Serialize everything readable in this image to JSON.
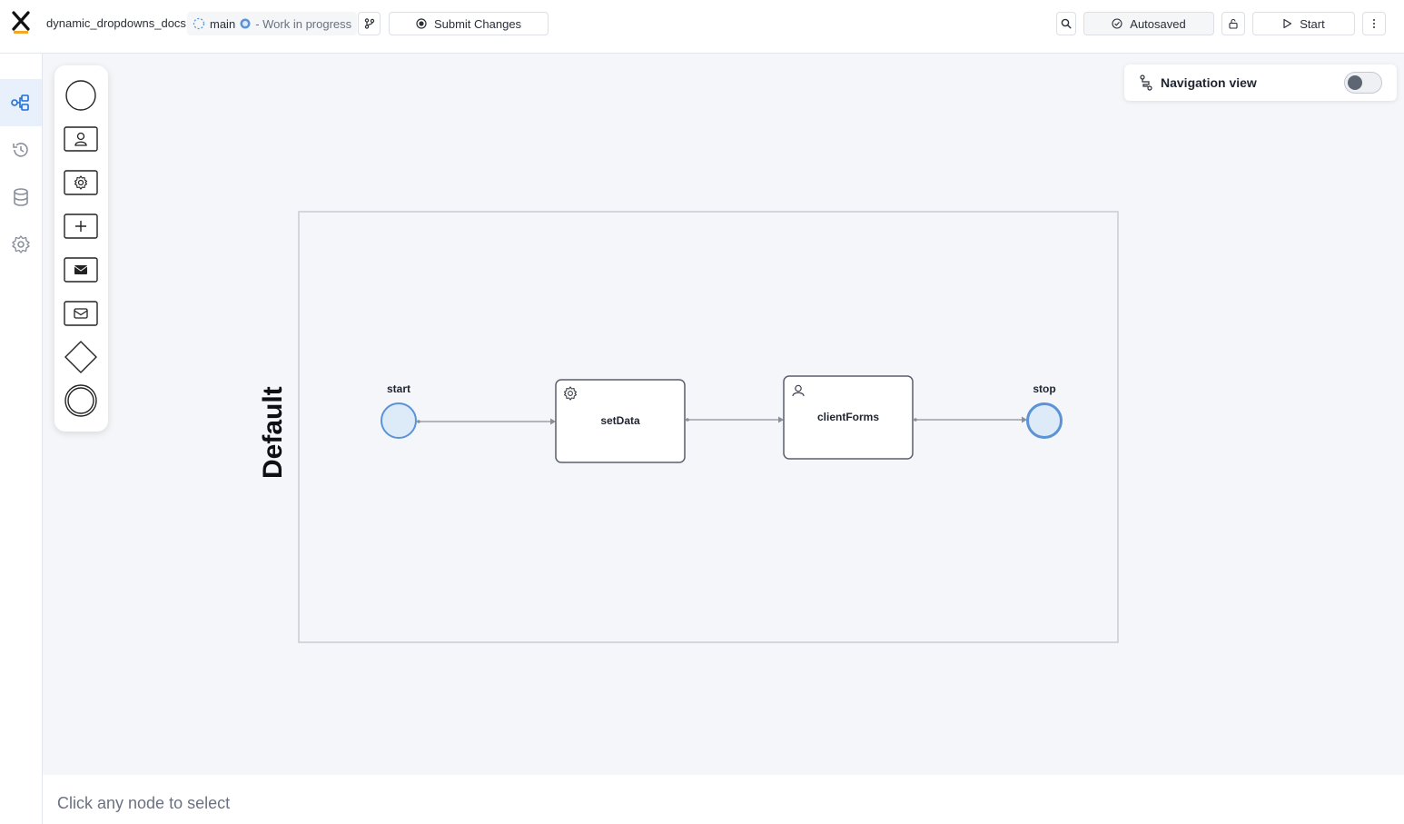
{
  "header": {
    "project_name": "dynamic_dropdowns_docs",
    "branch": "main",
    "branch_status": "- Work in progress",
    "submit_label": "Submit Changes",
    "autosaved_label": "Autosaved",
    "start_label": "Start"
  },
  "navigation_view": {
    "label": "Navigation view",
    "enabled": false
  },
  "diagram": {
    "lane_label": "Default",
    "nodes": {
      "start": "start",
      "set_data": "setData",
      "client_forms": "clientForms",
      "stop": "stop"
    }
  },
  "footer": {
    "hint": "Click any node to select"
  },
  "colors": {
    "accent": "#1f6fd6",
    "logo_accent": "#f5a623",
    "event_fill": "#ddebf9",
    "event_stroke": "#5b93d6"
  }
}
